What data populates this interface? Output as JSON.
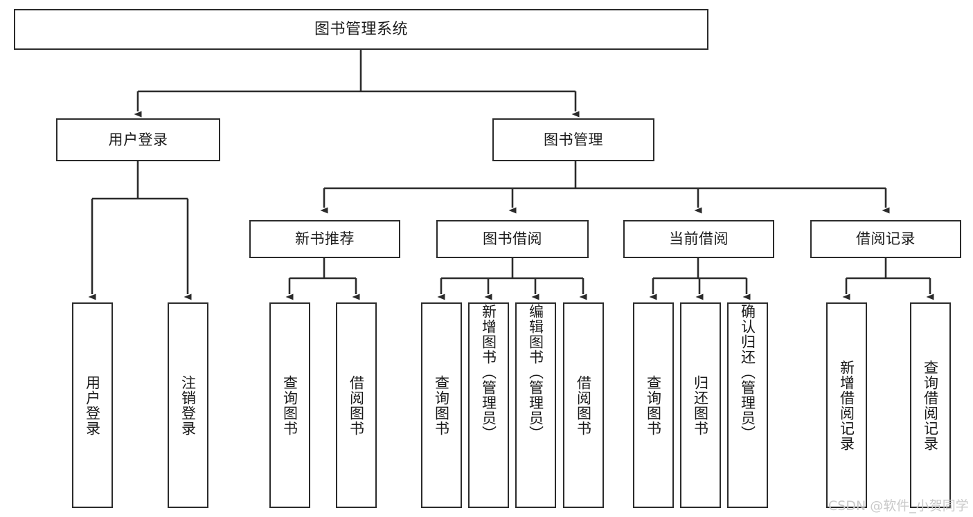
{
  "diagram": {
    "title": "图书管理系统",
    "type": "tree-hierarchy-chart",
    "colors": {
      "box_border": "#2b2b2b",
      "box_fill": "#ffffff",
      "edge": "#2b2b2b",
      "text": "#1a1a1a",
      "watermark": "#c9c9c9",
      "background": "#ffffff"
    }
  },
  "nodes": {
    "root": {
      "label": "图书管理系统"
    },
    "level2": [
      {
        "id": "user-login",
        "label": "用户登录"
      },
      {
        "id": "book-management",
        "label": "图书管理"
      }
    ],
    "level3": [
      {
        "id": "new-book-recommend",
        "label": "新书推荐"
      },
      {
        "id": "book-borrow",
        "label": "图书借阅"
      },
      {
        "id": "current-borrow",
        "label": "当前借阅"
      },
      {
        "id": "borrow-record",
        "label": "借阅记录"
      }
    ],
    "leaves": {
      "user_login": [
        {
          "id": "leaf-user-login",
          "label": "用户登录"
        },
        {
          "id": "leaf-logout-login",
          "label": "注销登录"
        }
      ],
      "new_book_recommend": [
        {
          "id": "leaf-query-book-1",
          "label": "查询图书"
        },
        {
          "id": "leaf-borrow-book-1",
          "label": "借阅图书"
        }
      ],
      "book_borrow": [
        {
          "id": "leaf-query-book-2",
          "label": "查询图书"
        },
        {
          "id": "leaf-add-book-admin",
          "label": "新增图书（管理员）"
        },
        {
          "id": "leaf-edit-book-admin",
          "label": "编辑图书（管理员）"
        },
        {
          "id": "leaf-borrow-book-2",
          "label": "借阅图书"
        }
      ],
      "current_borrow": [
        {
          "id": "leaf-query-book-3",
          "label": "查询图书"
        },
        {
          "id": "leaf-return-book",
          "label": "归还图书"
        },
        {
          "id": "leaf-confirm-return-admin",
          "label": "确认归还（管理员）"
        }
      ],
      "borrow_record": [
        {
          "id": "leaf-add-borrow-record",
          "label": "新增借阅记录"
        },
        {
          "id": "leaf-query-borrow-record",
          "label": "查询借阅记录"
        }
      ]
    }
  },
  "watermark": {
    "text": "CSDN @软件_小贺同学"
  }
}
